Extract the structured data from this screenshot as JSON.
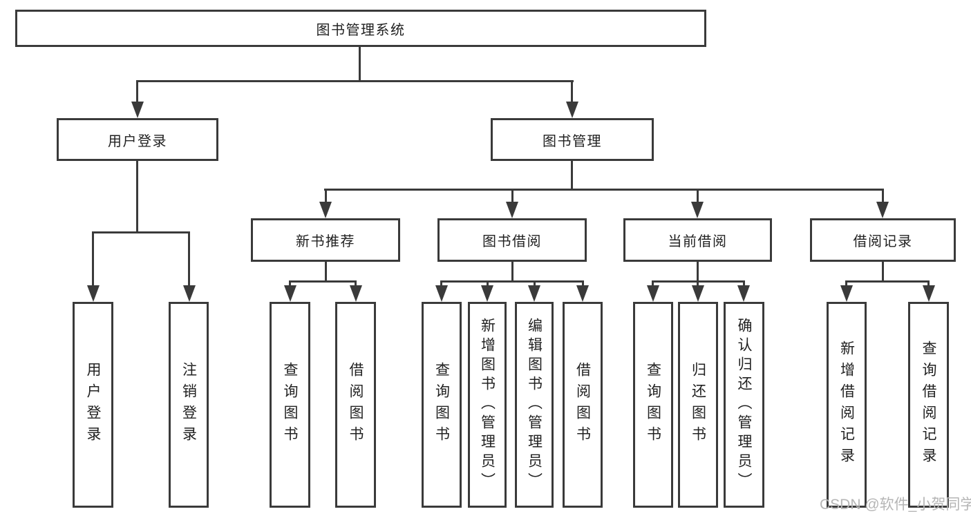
{
  "diagram": {
    "watermark": "CSDN @软件_小贺同学",
    "colors": {
      "line": "#3a3a3a",
      "text": "#212121",
      "background": "#ffffff",
      "watermark": "#b5b5b5"
    },
    "nodes": {
      "root": {
        "label": "图书管理系统"
      },
      "user_login": {
        "label": "用户登录"
      },
      "book_mgmt": {
        "label": "图书管理"
      },
      "login": {
        "label": "用户登录"
      },
      "logout": {
        "label": "注销登录"
      },
      "new_rec": {
        "label": "新书推荐"
      },
      "borrow": {
        "label": "图书借阅"
      },
      "current": {
        "label": "当前借阅"
      },
      "records": {
        "label": "借阅记录"
      },
      "nbr_query": {
        "label": "查询图书"
      },
      "nbr_borrow": {
        "label": "借阅图书"
      },
      "bb_query": {
        "label": "查询图书"
      },
      "bb_add": {
        "label": "新增图书（管理员）"
      },
      "bb_edit": {
        "label": "编辑图书（管理员）"
      },
      "bb_borrow": {
        "label": "借阅图书"
      },
      "cb_query": {
        "label": "查询图书"
      },
      "cb_return": {
        "label": "归还图书"
      },
      "cb_confirm": {
        "label": "确认归还（管理员）"
      },
      "br_add": {
        "label": "新增借阅记录"
      },
      "br_query": {
        "label": "查询借阅记录"
      }
    }
  }
}
